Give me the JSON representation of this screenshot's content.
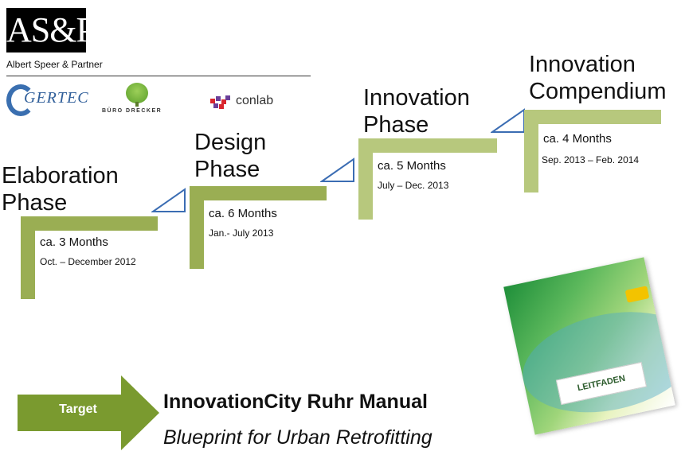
{
  "logos": {
    "asp": "AS&P",
    "asp_subtitle": "Albert Speer & Partner",
    "gertec": "GERTEC",
    "buero_dreck": "BÜRO DRECKER",
    "conlab": "conlab"
  },
  "stages": [
    {
      "title_line1": "Elaboration",
      "title_line2": "Phase",
      "duration": "ca. 3 Months",
      "dates": "Oct. – December  2012"
    },
    {
      "title_line1": "Design",
      "title_line2": "Phase",
      "duration": "ca. 6 Months",
      "dates": "Jan.- July  2013"
    },
    {
      "title_line1": "Innovation",
      "title_line2": "Phase",
      "duration": "ca. 5 Months",
      "dates": "July – Dec. 2013"
    },
    {
      "title_line1": "Innovation",
      "title_line2": "Compendium",
      "duration": "ca. 4 Months",
      "dates": "Sep. 2013 – Feb. 2014"
    }
  ],
  "target": {
    "label": "Target",
    "title": "InnovationCity Ruhr Manual",
    "subtitle": "Blueprint for Urban Retrofitting"
  },
  "book": {
    "title": "LEITFADEN"
  },
  "colors": {
    "stage_green": "#9aae53",
    "stage_green_light": "#b7c87d",
    "arrow_green": "#7a9a2f",
    "triangle_blue": "#3b6db3"
  }
}
